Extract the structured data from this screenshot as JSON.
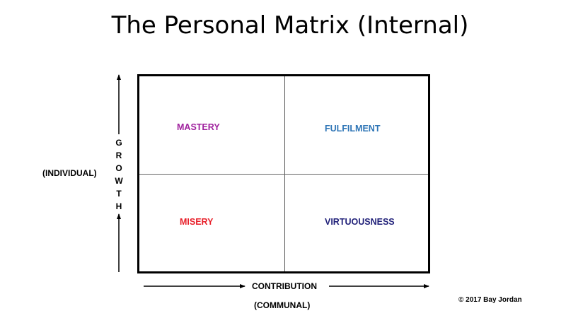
{
  "title": "The Personal Matrix (Internal)",
  "quadrants": {
    "top_left": {
      "label": "MASTERY",
      "color": "#a0229e"
    },
    "top_right": {
      "label": "FULFILMENT",
      "color": "#2e75b6"
    },
    "bottom_left": {
      "label": "MISERY",
      "color": "#e8202a"
    },
    "bottom_right": {
      "label": "VIRTUOUSNESS",
      "color": "#1f1f78"
    }
  },
  "y_axis": {
    "label_letters": [
      "G",
      "R",
      "O",
      "W",
      "T",
      "H"
    ],
    "side_label": "(INDIVIDUAL)"
  },
  "x_axis": {
    "label": "CONTRIBUTION",
    "sub_label": "(COMMUNAL)"
  },
  "copyright": "© 2017 Bay Jordan"
}
